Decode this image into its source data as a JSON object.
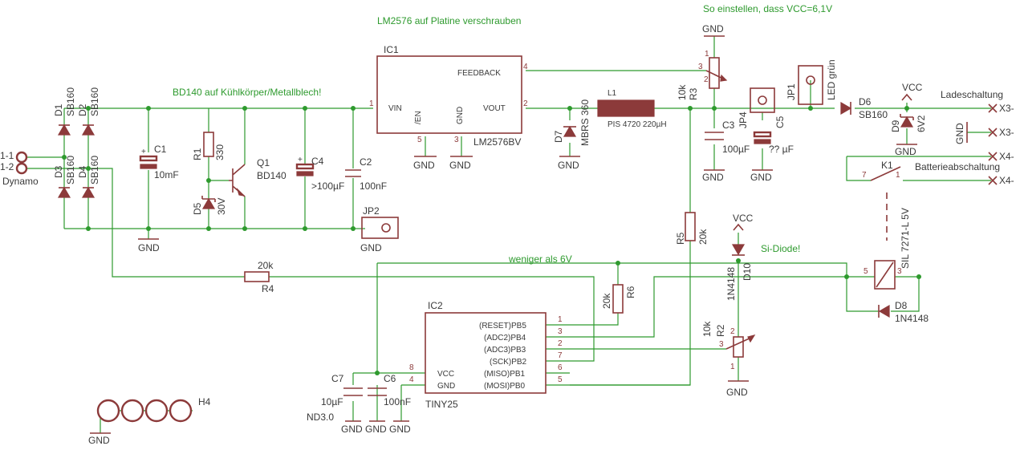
{
  "notes": {
    "lm_mount": "LM2576 auf Platine verschrauben",
    "vcc_set": "So einstellen, dass VCC=6,1V",
    "bd_heatsink": "BD140 auf Kühlkörper/Metallblech!",
    "under6v": "weniger als 6V",
    "si_diode": "Si-Diode!"
  },
  "labels": {
    "conn_1_1": "1-1",
    "conn_1_2": "1-2",
    "dynamo": "Dynamo",
    "d1": "D1",
    "d2": "D2",
    "d3": "D3",
    "d4": "D4",
    "sb160_1": "SB160",
    "sb160_2": "SB160",
    "sb160_3": "SB160",
    "sb160_4": "SB160",
    "c1": "C1",
    "c1_val": "10mF",
    "r1": "R1",
    "r1_val": "330",
    "d5": "D5",
    "d5_val": "30V",
    "q1": "Q1",
    "q1_val": "BD140",
    "c4": "C4",
    "c4_val": ">100µF",
    "c2": "C2",
    "c2_val": "100nF",
    "jp2": "JP2",
    "ic1": "IC1",
    "ic1_val": "LM2576BV",
    "ic1_vin": "VIN",
    "ic1_en": "/EN",
    "ic1_gnd": "GND",
    "ic1_vout": "VOUT",
    "ic1_fb": "FEEDBACK",
    "d7": "D7",
    "d7_val": "MBRS 360",
    "l1": "L1",
    "l1_val": "PIS 4720 220µH",
    "r3": "R3",
    "r3_val": "10k",
    "c3": "C3",
    "c3_val": "100µF",
    "jp4": "JP4",
    "c5": "C5",
    "c5_val": "?? µF",
    "jp1": "JP1",
    "led": "LED grün",
    "d6": "D6",
    "d6_val": "SB160",
    "d9": "D9",
    "d9_val": "6V2",
    "vcc": "VCC",
    "ladeschaltung": "Ladeschaltung",
    "batterieabschaltung": "Batterieabschaltung",
    "x3a": "X3-",
    "x3b": "X3-",
    "x4a": "X4-",
    "x4b": "X4-",
    "k1": "K1",
    "k1_val": "SIL 7271-L 5V",
    "d8": "D8",
    "d8_val": "1N4148",
    "d10": "D10",
    "d10_val": "1N4148",
    "r5": "R5",
    "r5_val": "20k",
    "r4": "R4",
    "r4_val": "20k",
    "r6": "R6",
    "r6_val": "20k",
    "r2": "R2",
    "r2_val": "10k",
    "ic2": "IC2",
    "ic2_val": "TINY25",
    "ic2_vcc": "VCC",
    "ic2_gnd": "GND",
    "pb5": "(RESET)PB5",
    "pb4": "(ADC2)PB4",
    "pb3": "(ADC3)PB3",
    "pb2": "(SCK)PB2",
    "pb1": "(MISO)PB1",
    "pb0": "(MOSI)PB0",
    "c7": "C7",
    "c7_val": "10µF",
    "c6": "C6",
    "c6_val": "100nF",
    "h4": "H4",
    "h4_val": "ND3.0",
    "gnd": "GND"
  },
  "pins": {
    "ic1_vin": "1",
    "ic1_vout": "2",
    "ic1_gnd": "3",
    "ic1_fb": "4",
    "ic1_en": "5",
    "ic2_pb5": "1",
    "ic2_pb4": "3",
    "ic2_pb3": "2",
    "ic2_pb2": "7",
    "ic2_pb1": "6",
    "ic2_pb0": "5",
    "ic2_vcc": "8",
    "ic2_gnd": "4",
    "r3_1": "3",
    "r3_2": "2",
    "r3_3": "1",
    "r2_1": "3",
    "r2_2": "2",
    "r2_3": "1",
    "k1_a": "7",
    "k1_b": "1",
    "k1_c": "5",
    "k1_d": "3"
  },
  "colors": {
    "wire": "#2e9a2e",
    "symbol": "#8c3a3a",
    "text": "#3a3a3a",
    "note": "#2e9a2e"
  }
}
